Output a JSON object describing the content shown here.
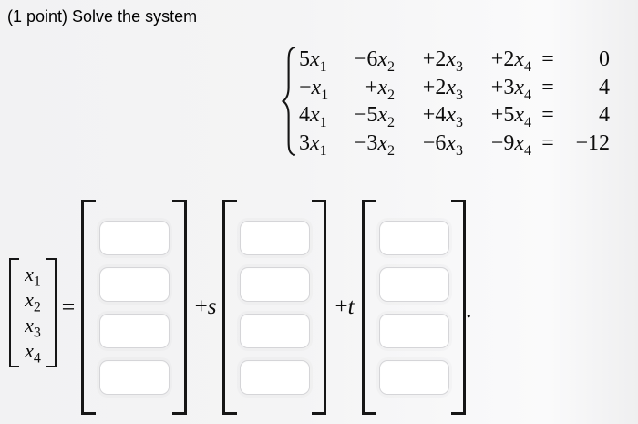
{
  "page": {
    "title": "(1 point) Solve the system"
  },
  "colors": {
    "background_left": "#f2f2f3",
    "background_right": "#fafafb",
    "text": "#0d0d0d",
    "input_border": "#d5d5d8",
    "input_background": "#ffffff",
    "bracket": "#161616"
  },
  "system": {
    "variable": "x",
    "rows": [
      {
        "terms": [
          {
            "coef": "5",
            "sub": "1"
          },
          {
            "coef": "−6",
            "sub": "2"
          },
          {
            "coef": "+2",
            "sub": "3"
          },
          {
            "coef": "+2",
            "sub": "4"
          }
        ],
        "eq": "=",
        "rhs": "0"
      },
      {
        "terms": [
          {
            "coef": "−",
            "sub": "1"
          },
          {
            "coef": "+",
            "sub": "2"
          },
          {
            "coef": "+2",
            "sub": "3"
          },
          {
            "coef": "+3",
            "sub": "4"
          }
        ],
        "eq": "=",
        "rhs": "4"
      },
      {
        "terms": [
          {
            "coef": "4",
            "sub": "1"
          },
          {
            "coef": "−5",
            "sub": "2"
          },
          {
            "coef": "+4",
            "sub": "3"
          },
          {
            "coef": "+5",
            "sub": "4"
          }
        ],
        "eq": "=",
        "rhs": "4"
      },
      {
        "terms": [
          {
            "coef": "3",
            "sub": "1"
          },
          {
            "coef": "−3",
            "sub": "2"
          },
          {
            "coef": "−6",
            "sub": "3"
          },
          {
            "coef": "−9",
            "sub": "4"
          }
        ],
        "eq": "=",
        "rhs": "−12"
      }
    ]
  },
  "solution": {
    "vector_entries": [
      {
        "var": "x",
        "sub": "1"
      },
      {
        "var": "x",
        "sub": "2"
      },
      {
        "var": "x",
        "sub": "3"
      },
      {
        "var": "x",
        "sub": "4"
      }
    ],
    "equals": "=",
    "scalar_s": {
      "sign": "+",
      "letter": "s"
    },
    "scalar_t": {
      "sign": "+",
      "letter": "t"
    },
    "period": ".",
    "matrices": [
      {
        "label": "constant-vector",
        "inputs": [
          "",
          "",
          "",
          ""
        ]
      },
      {
        "label": "s-vector",
        "inputs": [
          "",
          "",
          "",
          ""
        ]
      },
      {
        "label": "t-vector",
        "inputs": [
          "",
          "",
          "",
          ""
        ]
      }
    ]
  }
}
